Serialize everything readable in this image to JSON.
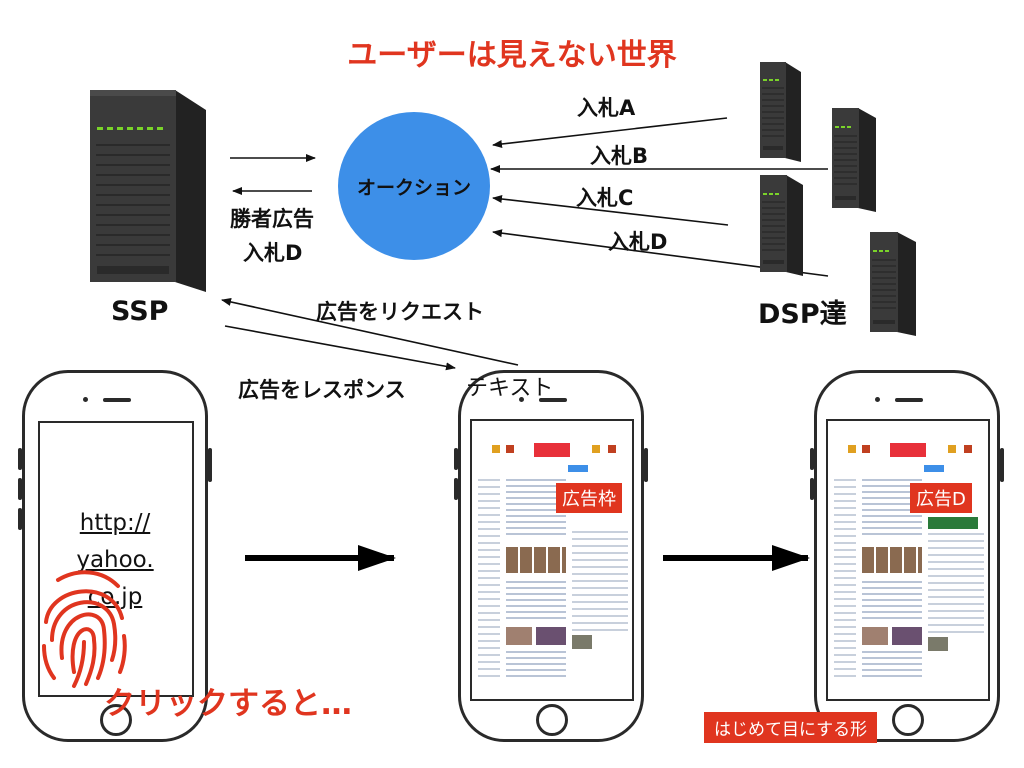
{
  "title": "ユーザーは見えない世界",
  "colors": {
    "accent_red": "#e0351f",
    "auction_blue": "#3d8fe8",
    "server_dark": "#3a3a3a",
    "led_green": "#7ad32a"
  },
  "ssp": {
    "label": "SSP"
  },
  "auction": {
    "label": "オークション"
  },
  "win": {
    "line1": "勝者広告",
    "line2": "入札D"
  },
  "dsp": {
    "label": "DSP達"
  },
  "bids": [
    "入札A",
    "入札B",
    "入札C",
    "入札D"
  ],
  "flows": {
    "request": "広告をリクエスト",
    "response": "広告をレスポンス",
    "text": "テキスト"
  },
  "phone1": {
    "url_lines": [
      "http://",
      "yahoo.",
      "co.jp"
    ],
    "caption": "クリックすると…"
  },
  "phone2": {
    "tag": "広告枠"
  },
  "phone3": {
    "tag": "広告D",
    "caption": "はじめて目にする形"
  }
}
